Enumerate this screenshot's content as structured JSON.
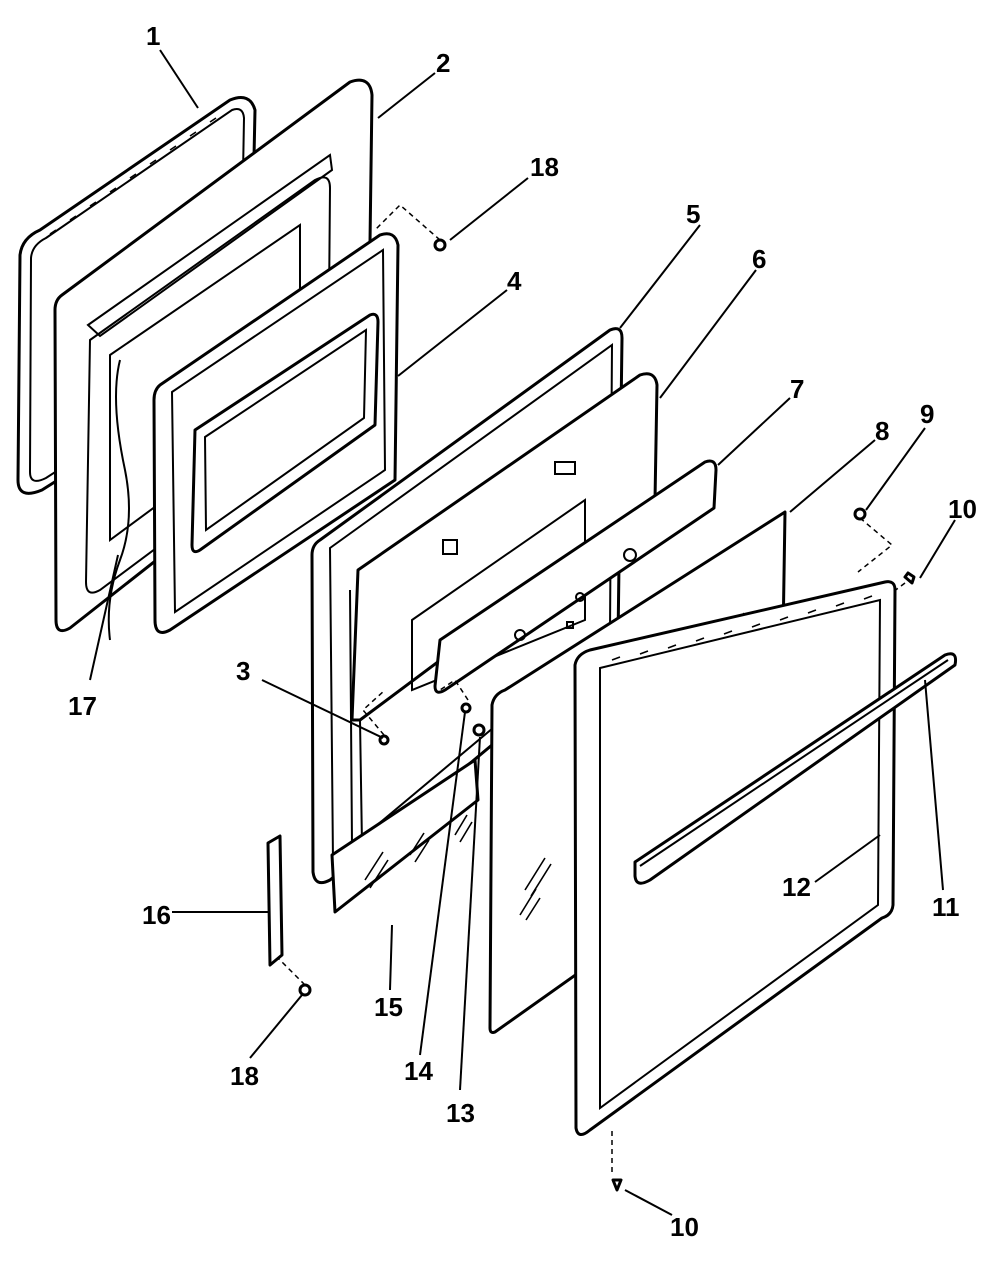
{
  "callouts": [
    "1",
    "2",
    "18",
    "5",
    "4",
    "6",
    "7",
    "8",
    "9",
    "10",
    "17",
    "3",
    "11",
    "12",
    "16",
    "15",
    "14",
    "13",
    "18",
    "10"
  ]
}
